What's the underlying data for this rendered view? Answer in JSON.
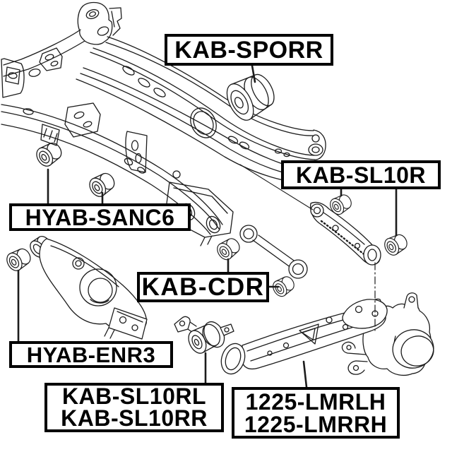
{
  "colors": {
    "background": "#ffffff",
    "line": "#1c1c1c",
    "label_border": "#000000",
    "label_text": "#000000"
  },
  "labels": {
    "sporr": "KAB-SPORR",
    "sl10r": "KAB-SL10R",
    "sanc6": "HYAB-SANC6",
    "cdr": "KAB-CDR",
    "enr3": "HYAB-ENR3",
    "sl10rl": "KAB-SL10RL",
    "sl10rr": "KAB-SL10RR",
    "lmrlh": "1225-LMRLH",
    "lmrrh": "1225-LMRRH"
  }
}
